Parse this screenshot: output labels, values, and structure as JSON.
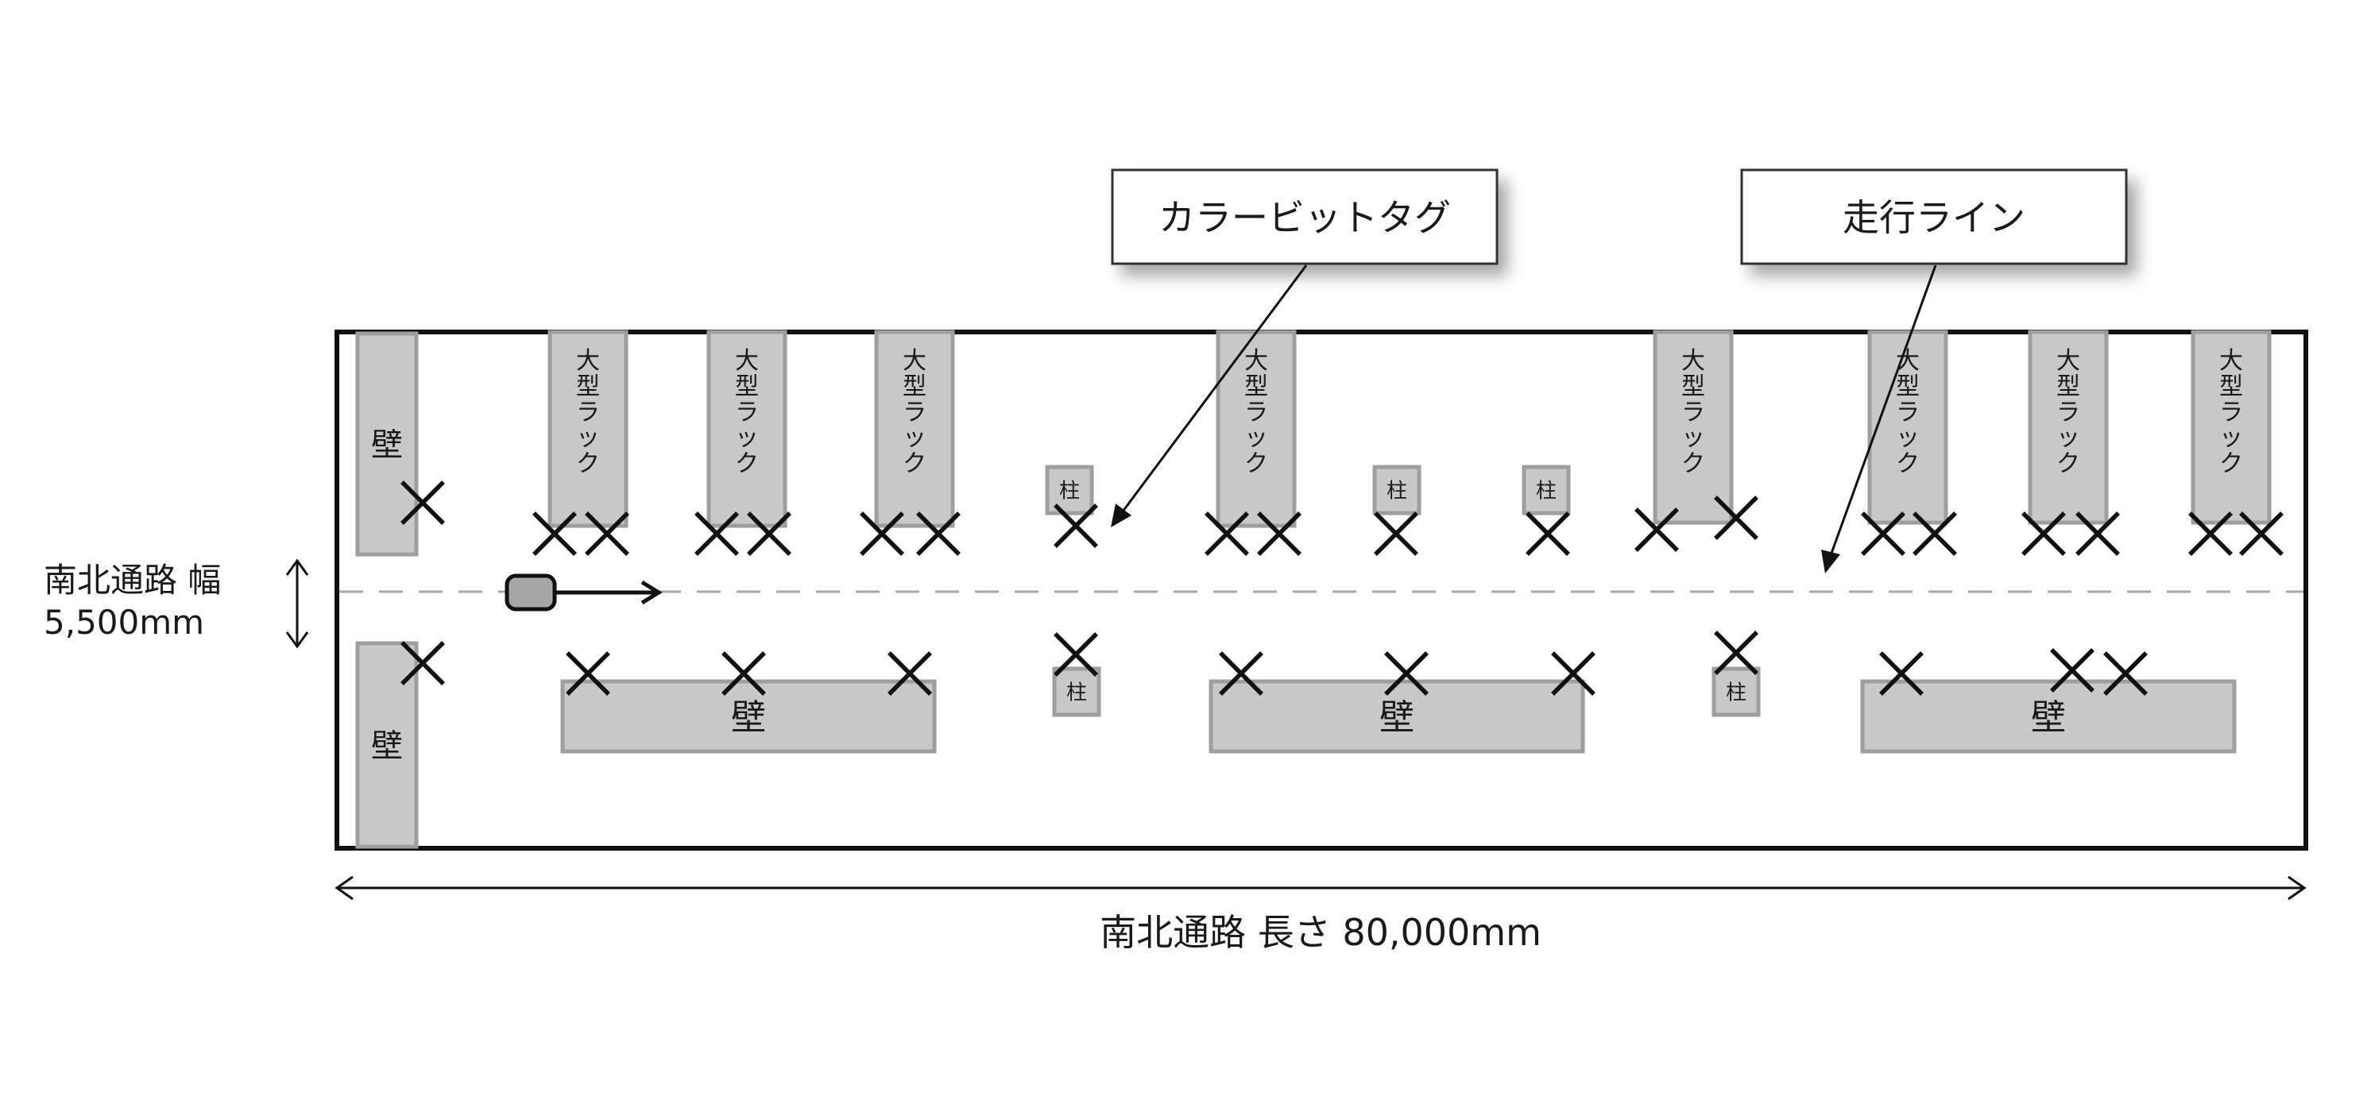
{
  "callouts": {
    "tag_label": "カラービットタグ",
    "line_label": "走行ライン"
  },
  "labels": {
    "rack": "大型ラック",
    "wall": "壁",
    "pillar": "柱"
  },
  "dimensions": {
    "width_label_line1": "南北通路 幅",
    "width_label_line2": "5,500mm",
    "length_label": "南北通路 長さ 80,000mm"
  },
  "colors": {
    "block_fill": "#c8c8c8",
    "block_stroke": "#9e9e9e",
    "outline": "#111111",
    "travel_line": "#a8a8a8"
  },
  "icons": {
    "vehicle": "agv-vehicle-icon",
    "tag": "x-mark-icon"
  }
}
